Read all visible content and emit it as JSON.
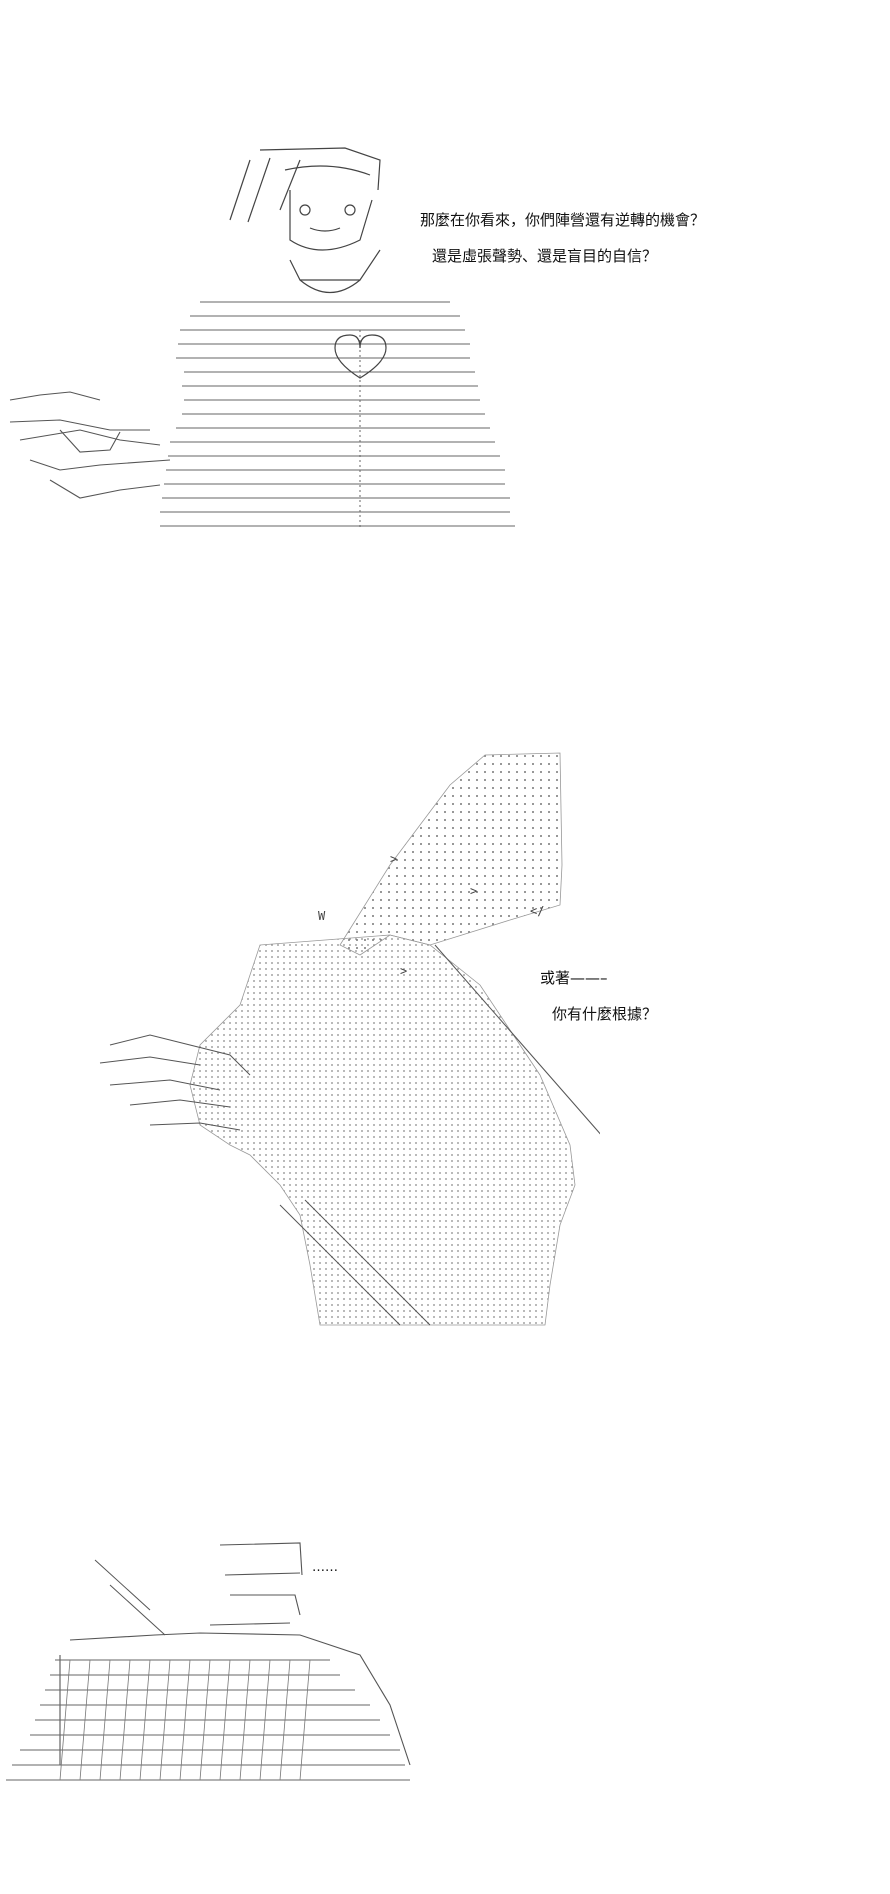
{
  "panel1": {
    "line1": "那麼在你看來，你們陣營還有逆轉的機會？",
    "line2": "還是虛張聲勢、還是盲目的自信？"
  },
  "panel2": {
    "line1": "或著——–",
    "line2": "你有什麼根據？"
  },
  "panel3": {
    "line1": "……"
  }
}
